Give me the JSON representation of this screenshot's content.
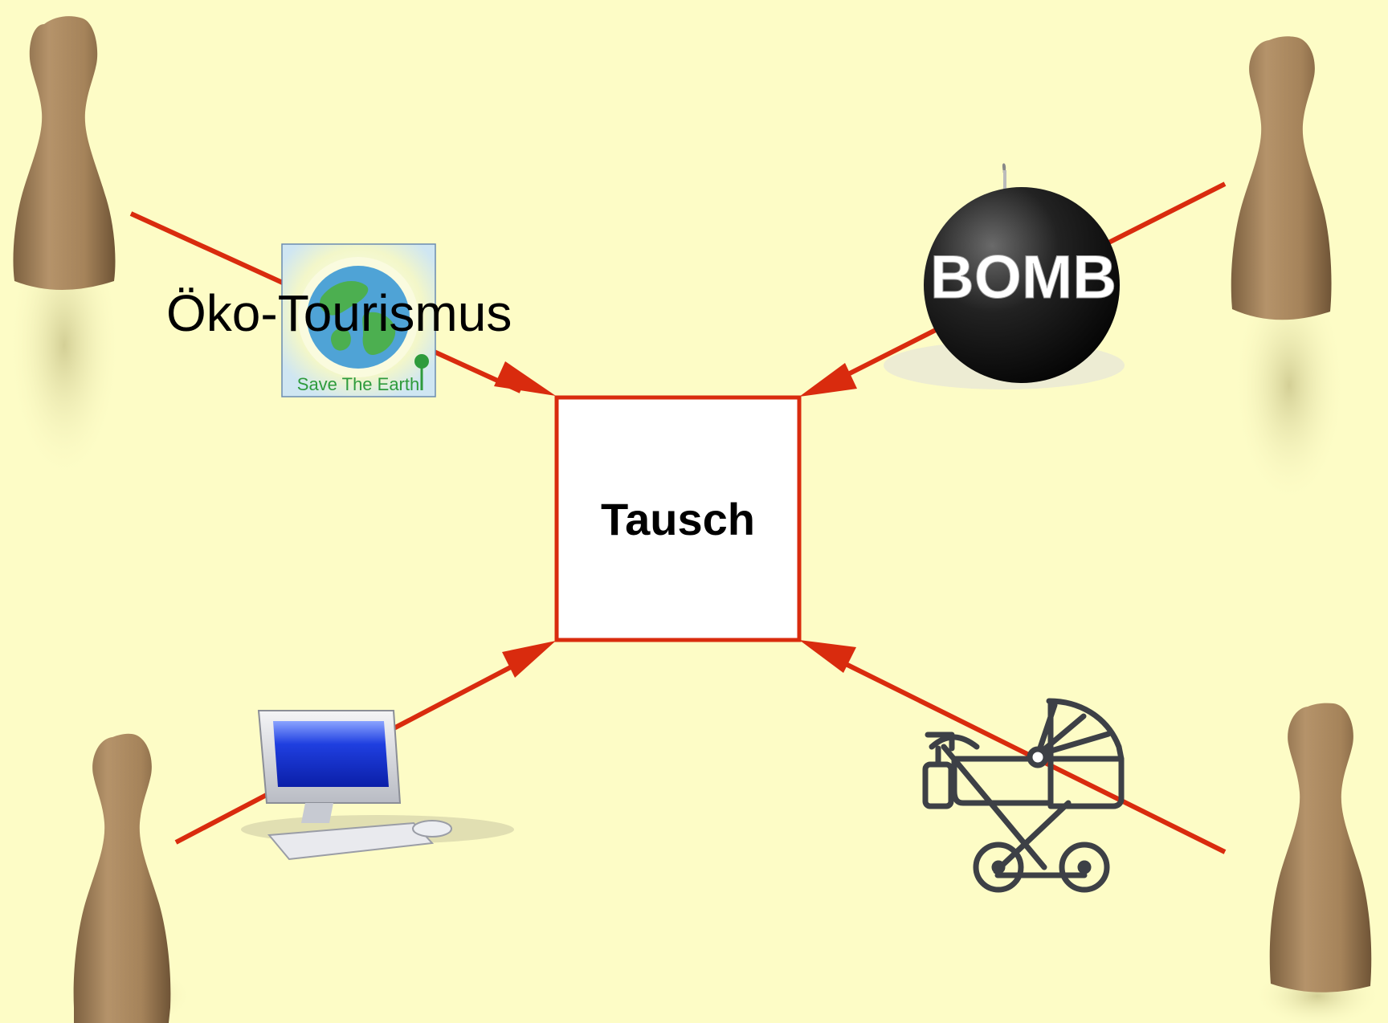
{
  "center_box": {
    "label": "Tausch"
  },
  "items": {
    "eco": {
      "label": "Öko-Tourismus",
      "badge_text": "Save The Earth"
    },
    "bomb": {
      "label": "BOMB"
    },
    "computer": {
      "icon": "computer-icon"
    },
    "stroller": {
      "icon": "stroller-icon"
    }
  },
  "colors": {
    "background": "#fdfcc6",
    "arrow": "#d92b0e",
    "pawn": "#a9865a",
    "box_fill": "#ffffff"
  }
}
